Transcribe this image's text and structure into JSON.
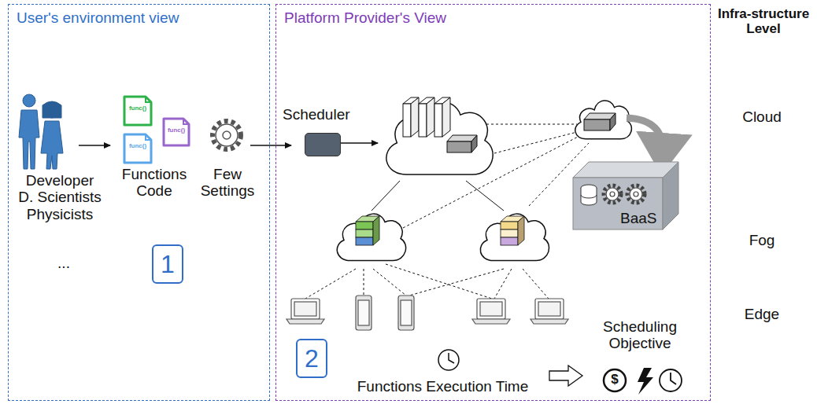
{
  "diagram": {
    "nodes": [
      {
        "text": [
          "User's environment view"
        ]
      },
      {
        "text": [
          "Platform Provider's View"
        ]
      },
      {
        "text": [
          "func()"
        ],
        "in": 0
      },
      {
        "text": [
          "func()"
        ],
        "in": 0
      },
      {
        "text": [
          "func()"
        ],
        "in": 0
      },
      {
        "text": [
          "1"
        ],
        "in": 0
      },
      {
        "text": [
          "Scheduler"
        ],
        "in": 1
      },
      {
        "text": [
          "BaaS"
        ],
        "in": 1
      },
      {
        "text": [
          "2"
        ],
        "in": 1
      }
    ],
    "labels": [
      "Developer D. Scientists Physicists",
      "...",
      "Functions Code",
      "Few Settings",
      "Infra-structure Level",
      "Cloud",
      "Fog",
      "Edge",
      "Functions Execution Time",
      "Scheduling Objective",
      "$"
    ]
  }
}
